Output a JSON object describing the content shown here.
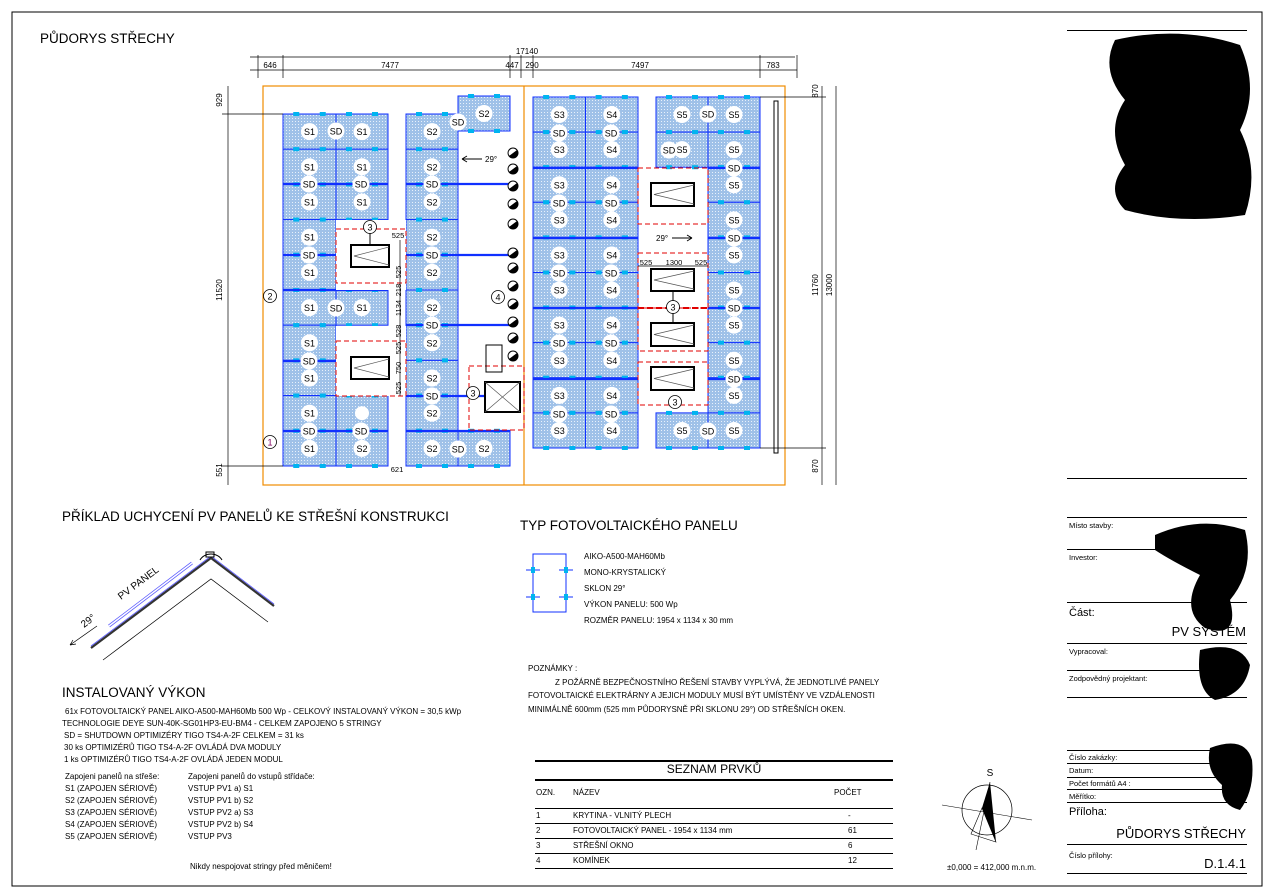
{
  "title": "PŮDORYS STŘECHY",
  "colors": {
    "panel_fill": "#9fc1e8",
    "panel_border": "#1030ff",
    "clamp": "#00b4f0",
    "roof_outline": "#f08c00",
    "window_zone": "#e00000"
  },
  "plan": {
    "sd_label": "SD",
    "slope_label": "29°",
    "panel_labels": {
      "colA": [
        "S1",
        "S1",
        "S1",
        "S1",
        "S1",
        "S1",
        "S1",
        "S1",
        "S1",
        "S1"
      ],
      "colB": [
        "S1",
        "S1",
        "S1",
        null,
        null,
        "S1",
        null,
        null,
        "",
        "S2"
      ],
      "colC": [
        "S2",
        "S2",
        "S2",
        "S2",
        "S2",
        "S2",
        "S2",
        "S2",
        "S2",
        "S2"
      ],
      "colD": [
        null,
        null,
        null,
        null,
        null,
        null,
        null,
        null,
        null,
        "S2"
      ],
      "colDtop": "S2",
      "colE": [
        "S3",
        "S3",
        "S3",
        "S3",
        "S3",
        "S3",
        "S3",
        "S3",
        "S3",
        "S3"
      ],
      "colF": [
        "S4",
        "S4",
        "S4",
        "S4",
        "S4",
        "S4",
        "S4",
        "S4",
        "S4",
        "S4"
      ],
      "colG": [
        "S5",
        "S5",
        null,
        null,
        null,
        null,
        null,
        null,
        null,
        "S5"
      ],
      "colH": [
        "S5",
        "S5",
        "S5",
        "S5",
        "S5",
        "S5",
        "S5",
        "S5",
        "S5",
        "S5"
      ]
    },
    "dimensions": {
      "total_width": "17140",
      "top": [
        "646",
        "7477",
        "447",
        "290",
        "7497",
        "783"
      ],
      "left": [
        "929",
        "11520",
        "551"
      ],
      "right": [
        "870",
        "11760",
        "13000",
        "870"
      ],
      "left_windows": [
        "525",
        "525",
        "218",
        "1134",
        "528",
        "525",
        "750",
        "525",
        "621"
      ],
      "right_windows": [
        "525",
        "1300",
        "525"
      ]
    },
    "markers": [
      "1",
      "2",
      "3",
      "3",
      "3",
      "3",
      "4"
    ]
  },
  "detail": {
    "title": "PŘÍKLAD UCHYCENÍ PV PANELŮ KE STŘEŠNÍ KONSTRUKCI",
    "panel_label": "PV PANEL",
    "slope": "29°"
  },
  "panel_type": {
    "title": "TYP FOTOVOLTAICKÉHO PANELU",
    "lines": [
      "AIKO-A500-MAH60Mb",
      "MONO-KRYSTALICKÝ",
      "SKLON 29°",
      "VÝKON PANELU: 500 Wp",
      "ROZMĚR PANELU: 1954 x 1134 x 30 mm"
    ]
  },
  "notes": {
    "heading": "POZNÁMKY :",
    "lines": [
      "Z POŽÁRNĚ BEZPEČNOSTNÍHO ŘEŠENÍ STAVBY VYPLÝVÁ, ŽE JEDNOTLIVÉ PANELY",
      "FOTOVOLTAICKÉ ELEKTRÁRNY A JEJICH MODULY MUSÍ BÝT UMÍSTĚNY VE VZDÁLENOSTI",
      "MINIMÁLNĚ 600mm (525 mm PŮDORYSNĚ PŘI SKLONU 29°) OD STŘEŠNÍCH OKEN."
    ]
  },
  "installed": {
    "title": "INSTALOVANÝ VÝKON",
    "lines": [
      "61x FOTOVOLTAICKÝ PANEL AIKO-A500-MAH60Mb 500 Wp - CELKOVÝ INSTALOVANÝ VÝKON = 30,5 kWp",
      "TECHNOLOGIE DEYE SUN-40K-SG01HP3-EU-BM4 - CELKEM ZAPOJENO 5 STRINGY",
      "SD = SHUTDOWN OPTIMIZÉRY TIGO TS4-A-2F CELKEM = 31 ks",
      "30 ks OPTIMIZÉRŮ TIGO TS4-A-2F OVLÁDÁ DVA MODULY",
      "1 ks OPTIMIZÉRŮ TIGO TS4-A-2F OVLÁDÁ JEDEN MODUL"
    ],
    "roof_heading": "Zapojeni panelů na střeše:",
    "inverter_heading": "Zapojeni panelů do vstupů střídače:",
    "roof": [
      "S1 (ZAPOJEN SÉRIOVĚ)",
      "S2 (ZAPOJEN SÉRIOVĚ)",
      "S3 (ZAPOJEN SÉRIOVĚ)",
      "S4 (ZAPOJEN SÉRIOVĚ)",
      "S5 (ZAPOJEN SÉRIOVĚ)"
    ],
    "inverter": [
      "VSTUP PV1 a) S1",
      "VSTUP PV1 b) S2",
      "VSTUP PV2 a) S3",
      "VSTUP PV2 b) S4",
      "VSTUP PV3"
    ],
    "warning": "Nikdy nespojovat stringy před měničem!"
  },
  "items_list": {
    "title": "SEZNAM PRVKŮ",
    "headers": {
      "ozn": "OZN.",
      "nazev": "NÁZEV",
      "pocet": "POČET"
    },
    "rows": [
      {
        "ozn": "1",
        "nazev": "KRYTINA - VLNITÝ PLECH",
        "pocet": "-"
      },
      {
        "ozn": "2",
        "nazev": "FOTOVOLTAICKÝ PANEL - 1954 x 1134 mm",
        "pocet": "61"
      },
      {
        "ozn": "3",
        "nazev": "STŘEŠNÍ OKNO",
        "pocet": "6"
      },
      {
        "ozn": "4",
        "nazev": "KOMÍNEK",
        "pocet": "12"
      }
    ]
  },
  "compass": {
    "label": "S",
    "elevation": "±0,000 = 412,000 m.n.m."
  },
  "title_block": {
    "site": "Místo stavby:",
    "investor": "Investor:",
    "part_label": "Část:",
    "part_value": "PV SYSTÉM",
    "prepared": "Vypracoval:",
    "responsible": "Zodpovědný projektant:",
    "order_no": "Číslo zakázky:",
    "date": "Datum:",
    "a4_count": "Počet formátů A4 :",
    "scale": "Měřítko:",
    "appendix_label": "Příloha:",
    "appendix_value": "PŮDORYS STŘECHY",
    "appendix_no_label": "Číslo přílohy:",
    "appendix_no_value": "D.1.4.1"
  }
}
